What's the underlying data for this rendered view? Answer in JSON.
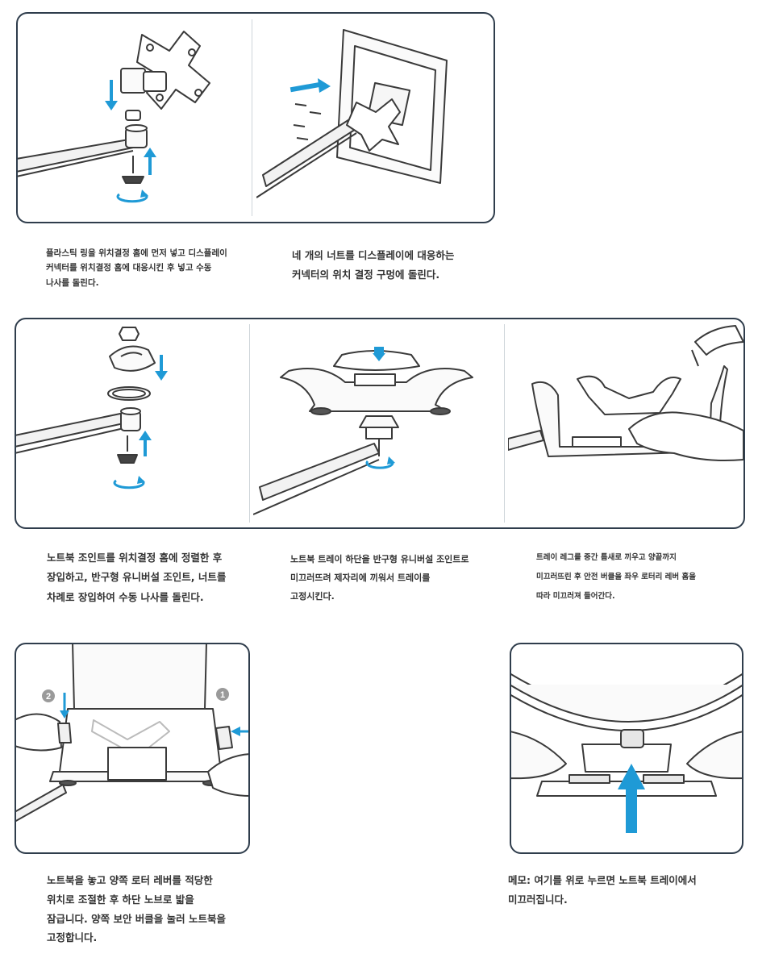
{
  "steps": [
    {
      "lines": [
        "플라스틱 링을 위치결정 홈에 먼저 넣고 디스플레이",
        "커넥터를 위치결정 홈에 대응시킨 후 넣고 수동",
        "나사를 돌린다."
      ]
    },
    {
      "lines": [
        "네 개의 너트를 디스플레이에 대응하는",
        "커넥터의 위치 결정 구멍에 돌린다."
      ]
    },
    {
      "lines": [
        "노트북 조인트를 위치결정 홈에 정렬한 후",
        "장입하고, 반구형 유니버설 조인트, 너트를",
        "차례로 장입하여 수동 나사를 돌린다."
      ]
    },
    {
      "lines": [
        "노트북 트레이 하단을 반구형 유니버설 조인트로",
        "미끄러뜨려 제자리에 끼워서 트레이를",
        "고정시킨다."
      ]
    },
    {
      "lines": [
        "트레이 레그를 중간 틈새로 끼우고 양끝까지",
        "미끄러뜨린 후 안전 버클을 좌우 로터리 레버 홈을",
        "따라 미끄러져 들어간다."
      ]
    },
    {
      "lines": [
        "노트북을 놓고 양쪽 로터 레버를 적당한",
        "위치로 조절한 후 하단 노브로 밟을",
        "잠급니다. 양쪽 보안 버클을 눌러 노트북을",
        "고정합니다."
      ]
    },
    {
      "lines": [
        "메모: 여기를 위로 누르면 노트북 트레이에서",
        "미끄러집니다."
      ]
    }
  ],
  "badges": {
    "left": "2",
    "right": "1"
  },
  "colors": {
    "arrow": "#1f9ad6",
    "outline": "#2f3d4c",
    "line": "#3a3a3a"
  }
}
